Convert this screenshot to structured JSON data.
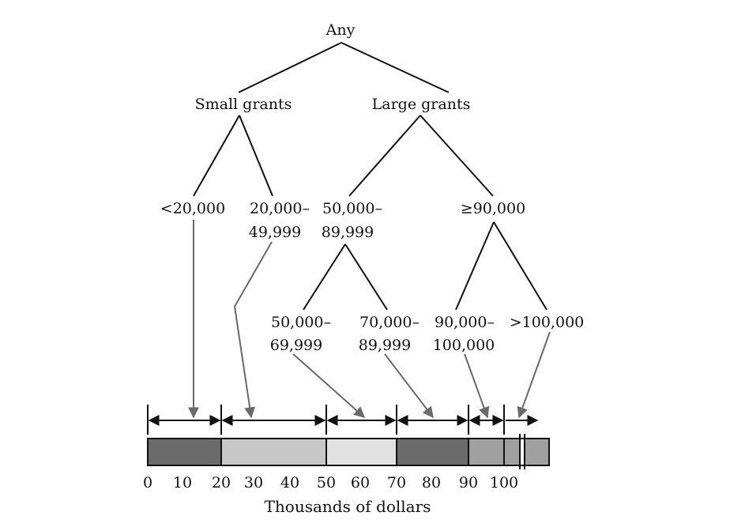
{
  "nodes": {
    "any": "Any",
    "small": "Small grants",
    "large": "Large grants",
    "lt20": "<20,000",
    "r20_50_a": "20,000–",
    "r20_50_b": "49,999",
    "r50_90_a": "50,000–",
    "r50_90_b": "89,999",
    "ge90": "≥90,000",
    "r50_70_a": "50,000–",
    "r50_70_b": "69,999",
    "r70_90_a": "70,000–",
    "r70_90_b": "89,999",
    "r90_100_a": "90,000–",
    "r90_100_b": "100,000",
    "gt100": ">100,000"
  },
  "axis": {
    "ticks": [
      "0",
      "10",
      "20",
      "30",
      "40",
      "50",
      "60",
      "70",
      "80",
      "90",
      "100"
    ],
    "label": "Thousands of dollars"
  },
  "segments": [
    {
      "from": 0,
      "to": 20,
      "color": "#6b6b6b"
    },
    {
      "from": 20,
      "to": 50,
      "color": "#c8c8c8"
    },
    {
      "from": 50,
      "to": 70,
      "color": "#e2e2e2"
    },
    {
      "from": 70,
      "to": 90,
      "color": "#6b6b6b"
    },
    {
      "from": 90,
      "to": 100,
      "color": "#a0a0a0"
    },
    {
      "from": 100,
      "to": 110,
      "color": "#a0a0a0"
    }
  ],
  "colors": {
    "line": "#111111",
    "mapping_arrow": "#6a6a6a"
  }
}
